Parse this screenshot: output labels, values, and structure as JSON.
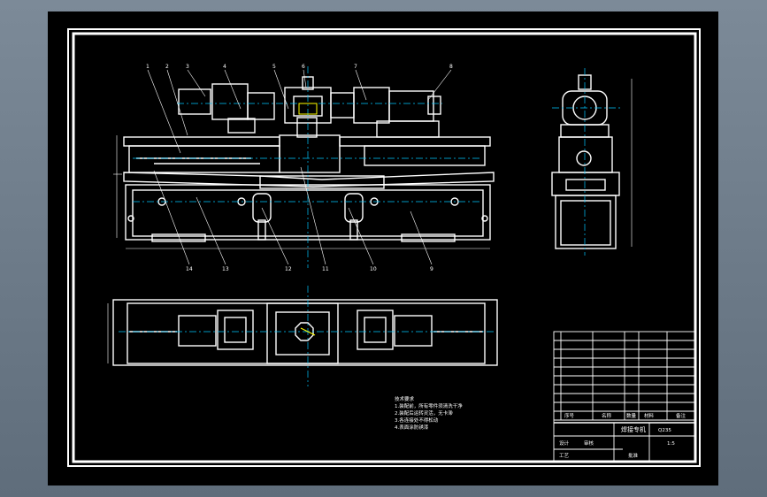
{
  "viewer": {
    "background": "#6f7d8b",
    "sheet_color": "#000000",
    "line_color": "#ffffff",
    "center_line_color": "#00c8ff",
    "highlight_color": "#ffff00"
  },
  "balloons": {
    "top": [
      "1",
      "2",
      "3",
      "4",
      "5",
      "6",
      "7",
      "8"
    ],
    "bottom": [
      "14",
      "13",
      "12",
      "11",
      "10",
      "9"
    ]
  },
  "technical_notes": {
    "title": "技术要求",
    "lines": [
      "1.装配前，所有零件须清洗干净",
      "2.装配后运转灵活，无卡滞",
      "3.各连接处不得松动",
      "4.表面涂防锈漆"
    ]
  },
  "title_block": {
    "drawing_title": "焊接专机",
    "material": "Q235",
    "scale": "1:5",
    "bottom_labels": [
      "序号",
      "名称",
      "数量",
      "材料",
      "备注"
    ],
    "sign_labels": [
      "设计",
      "审核",
      "工艺",
      "批准"
    ]
  }
}
